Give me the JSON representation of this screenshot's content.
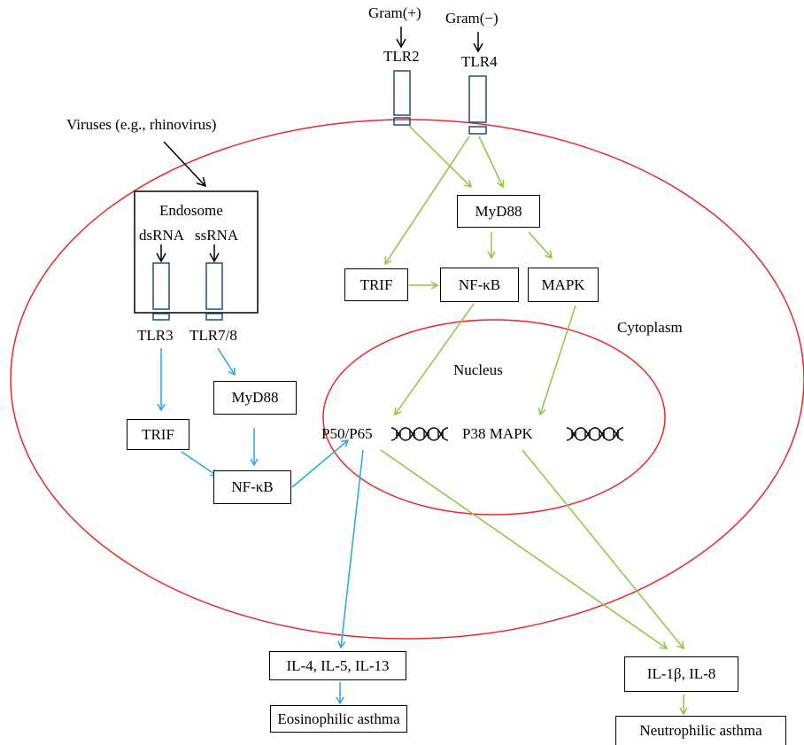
{
  "bacteria": {
    "gram_pos": "Gram(+)",
    "gram_neg": "Gram(−)",
    "tlr2": "TLR2",
    "tlr4": "TLR4"
  },
  "viruses_label": "Viruses (e.g., rhinovirus)",
  "endosome": {
    "title": "Endosome",
    "dsrna": "dsRNA",
    "ssrna": "ssRNA",
    "tlr3": "TLR3",
    "tlr78": "TLR7/8"
  },
  "cytoplasm_label": "Cytoplasm",
  "nucleus_label": "Nucleus",
  "nodes": {
    "myd88_top": "MyD88",
    "trif_top": "TRIF",
    "nfkb_top": "NF-κB",
    "mapk_top": "MAPK",
    "myd88_left": "MyD88",
    "trif_left": "TRIF",
    "nfkb_left": "NF-κB",
    "p50p65": "P50/P65",
    "p38mapk": "P38 MAPK",
    "il_th2": "IL-4, IL-5, IL-13",
    "eosinophilic": "Eosinophilic asthma",
    "il_neut": "IL-1β, IL-8",
    "neutrophilic": "Neutrophilic asthma"
  },
  "colors": {
    "membrane": "#e8272a",
    "green_arrow": "#8dc63f",
    "blue_arrow": "#29a8dc",
    "receptor": "#1f4e79",
    "black": "#000000"
  }
}
